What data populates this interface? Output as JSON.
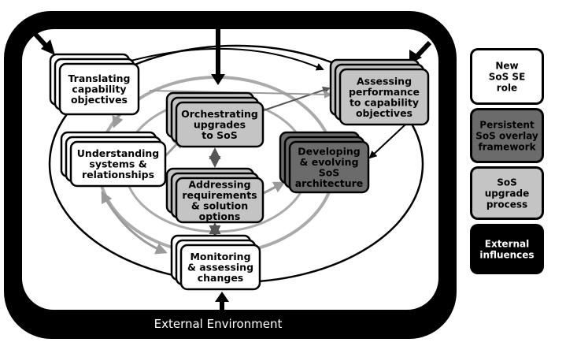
{
  "environment_label": "External Environment",
  "colors": {
    "frame": "#000000",
    "inner_fill": "#ffffff",
    "new_role": "#ffffff",
    "persistent_framework": "#6b6b6b",
    "upgrade_process": "#c4c4c4",
    "external_influences": "#000000",
    "gray_arrow": "#9a9a9a"
  },
  "nodes": {
    "translating": {
      "lines": [
        "Translating",
        "capability",
        "objectives"
      ],
      "kind": "new_role"
    },
    "assessing": {
      "lines": [
        "Assessing",
        "performance",
        "to capability",
        "objectives"
      ],
      "kind": "upgrade_process"
    },
    "orchestrating": {
      "lines": [
        "Orchestrating",
        "upgrades",
        "to SoS"
      ],
      "kind": "upgrade_process"
    },
    "understanding": {
      "lines": [
        "Understanding",
        "systems &",
        "relationships"
      ],
      "kind": "new_role"
    },
    "developing": {
      "lines": [
        "Developing",
        "& evolving",
        "SoS",
        "architecture"
      ],
      "kind": "persistent_framework"
    },
    "addressing": {
      "lines": [
        "Addressing",
        "requirements",
        "& solution",
        "options"
      ],
      "kind": "upgrade_process"
    },
    "monitoring": {
      "lines": [
        "Monitoring",
        "& assessing",
        "changes"
      ],
      "kind": "new_role"
    }
  },
  "legend": [
    {
      "lines": [
        "New",
        "SoS SE",
        "role"
      ],
      "kind": "new_role"
    },
    {
      "lines": [
        "Persistent",
        "SoS overlay",
        "framework"
      ],
      "kind": "persistent_framework"
    },
    {
      "lines": [
        "SoS",
        "upgrade",
        "process"
      ],
      "kind": "upgrade_process"
    },
    {
      "lines": [
        "External",
        "influences"
      ],
      "kind": "external_influences"
    }
  ]
}
